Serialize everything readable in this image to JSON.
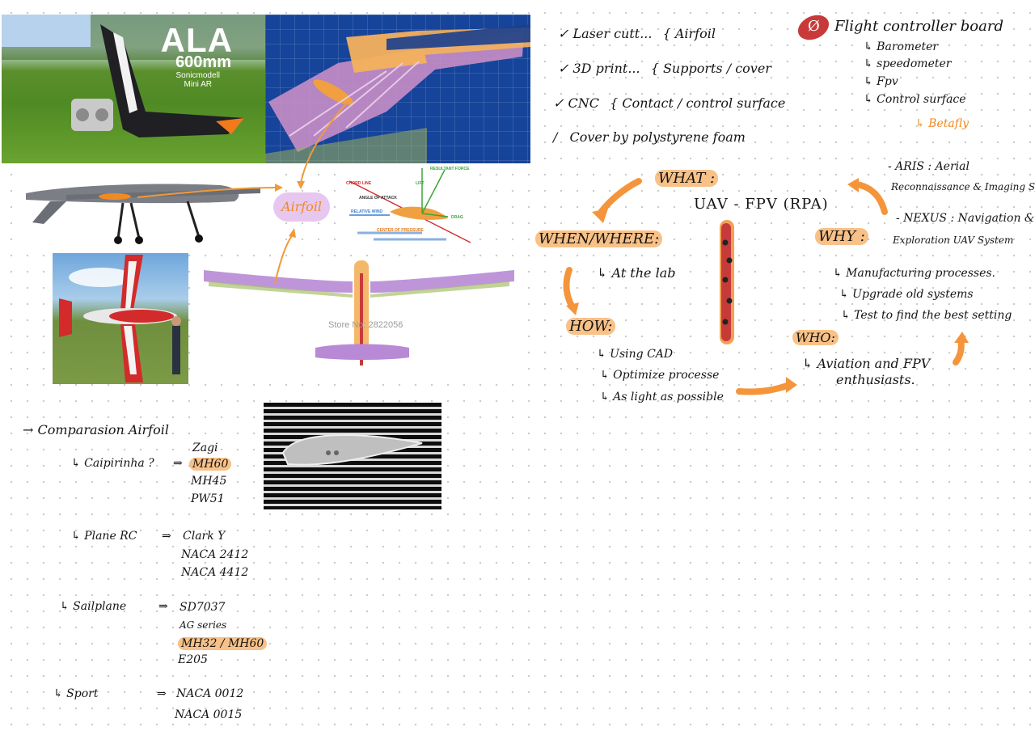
{
  "photos": {
    "ala": {
      "title": "ALA",
      "size": "600mm",
      "brand_line1": "Sonicmodell",
      "brand_line2": "Mini AR"
    },
    "glider_watermark": "Store No: 2822056",
    "airfoil_bubble": "Airfoil"
  },
  "diagram": {
    "chord_line": "CHORD LINE",
    "angle_of_attack": "ANGLE OF ATTACK",
    "relative_wind": "RELATIVE WIND",
    "center_of_pressure": "CENTER OF PRESSURE",
    "resultant_force": "RESULTANT FORCE",
    "lift": "LIFT",
    "drag": "DRAG"
  },
  "checklist": [
    {
      "mark": "✓",
      "text": "Laser cutt...",
      "detail": "{ Airfoil"
    },
    {
      "mark": "✓",
      "text": "3D print...",
      "detail": "{ Supports / cover"
    },
    {
      "mark": "✓",
      "text": "CNC",
      "detail": "{ Contact / control surface"
    },
    {
      "mark": "/",
      "text": "Cover by polystyrene foam",
      "detail": ""
    }
  ],
  "flight_controller": {
    "mark": "Ø",
    "title": "Flight controller board",
    "items": [
      "↳ Barometer",
      "↳ speedometer",
      "↳ Fpv",
      "↳ Control surface"
    ],
    "note": "↳ Betafly"
  },
  "mindmap": {
    "what": "WHAT :",
    "center": "UAV - FPV (RPA)",
    "why": "WHY :",
    "when_where": "WHEN/WHERE:",
    "at_the_lab": "↳ At the lab",
    "how": "HOW:",
    "how_items": [
      "↳ Using CAD",
      "↳ Optimize processe",
      "↳ As light as possible"
    ],
    "who": "WHO:",
    "who_item_1": "↳ Aviation and FPV",
    "who_item_2": "enthusiasts.",
    "aris_1": "- ARIS : Aerial",
    "aris_2": "Reconnaissance & Imaging Sy...",
    "nexus_1": "- NEXUS : Navigation &",
    "nexus_2": "Exploration UAV System",
    "why_items": [
      "↳ Manufacturing processes.",
      "↳ Upgrade old systems",
      "↳ Test to find the best setting"
    ]
  },
  "comparison": {
    "title": "→ Comparasion   Airfoil",
    "groups": [
      {
        "label": "↳ Caipirinha ?",
        "arrow": "⇒",
        "items": [
          "Zagi",
          "MH60",
          "MH45",
          "PW51"
        ]
      },
      {
        "label": "↳ Plane RC",
        "arrow": "⇒",
        "items": [
          "Clark Y",
          "NACA 2412",
          "NACA 4412"
        ]
      },
      {
        "label": "↳ Sailplane",
        "arrow": "⇒",
        "items": [
          "SD7037",
          "AG series",
          "MH32 / MH60",
          "E205"
        ]
      },
      {
        "label": "↳ Sport",
        "arrow": "⇒",
        "items": [
          "NACA 0012",
          "NACA 0015"
        ]
      }
    ]
  }
}
